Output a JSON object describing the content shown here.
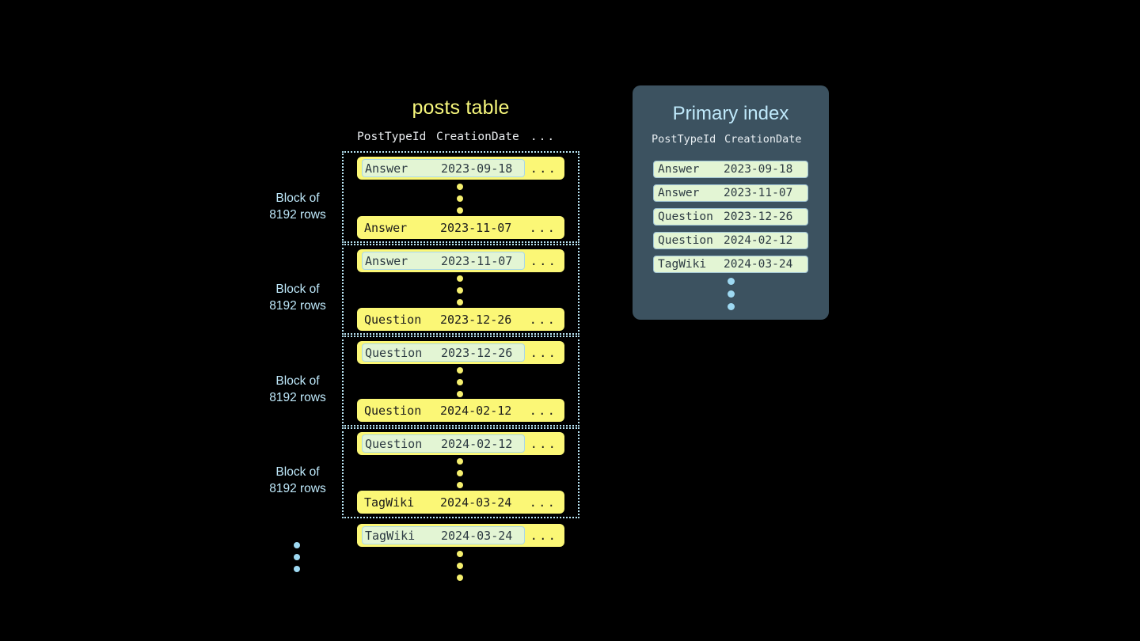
{
  "colors": {
    "background": "#000000",
    "row_yellow": "#fbf776",
    "highlight_green": "#e3f5d4",
    "highlight_border": "#a9d7e8",
    "accent_blue": "#bfe9fb",
    "title_yellow": "#f7f77c",
    "panel_slate": "#3c5260",
    "dot_yellow": "#f5ef6e",
    "dot_blue": "#9ed9f2"
  },
  "posts_table": {
    "title": "posts table",
    "columns": [
      "PostTypeId",
      "CreationDate",
      "..."
    ],
    "ellipsis_cell": "...",
    "blocks": [
      {
        "label_line1": "Block of",
        "label_line2": "8192 rows",
        "first_row": {
          "post_type": "Answer",
          "creation_date": "2023-09-18",
          "more": "...",
          "highlighted": true
        },
        "last_row": {
          "post_type": "Answer",
          "creation_date": "2023-11-07",
          "more": "...",
          "highlighted": false
        }
      },
      {
        "label_line1": "Block of",
        "label_line2": "8192 rows",
        "first_row": {
          "post_type": "Answer",
          "creation_date": "2023-11-07",
          "more": "...",
          "highlighted": true
        },
        "last_row": {
          "post_type": "Question",
          "creation_date": "2023-12-26",
          "more": "...",
          "highlighted": false
        }
      },
      {
        "label_line1": "Block of",
        "label_line2": "8192 rows",
        "first_row": {
          "post_type": "Question",
          "creation_date": "2023-12-26",
          "more": "...",
          "highlighted": true
        },
        "last_row": {
          "post_type": "Question",
          "creation_date": "2024-02-12",
          "more": "...",
          "highlighted": false
        }
      },
      {
        "label_line1": "Block of",
        "label_line2": "8192 rows",
        "first_row": {
          "post_type": "Question",
          "creation_date": "2024-02-12",
          "more": "...",
          "highlighted": true
        },
        "last_row": {
          "post_type": "TagWiki",
          "creation_date": "2024-03-24",
          "more": "...",
          "highlighted": false
        }
      }
    ],
    "trailing_row": {
      "post_type": "TagWiki",
      "creation_date": "2024-03-24",
      "more": "...",
      "highlighted": true
    }
  },
  "primary_index": {
    "title": "Primary index",
    "columns": [
      "PostTypeId",
      "CreationDate"
    ],
    "rows": [
      {
        "post_type": "Answer",
        "creation_date": "2023-09-18"
      },
      {
        "post_type": "Answer",
        "creation_date": "2023-11-07"
      },
      {
        "post_type": "Question",
        "creation_date": "2023-12-26"
      },
      {
        "post_type": "Question",
        "creation_date": "2024-02-12"
      },
      {
        "post_type": "TagWiki",
        "creation_date": "2024-03-24"
      }
    ]
  }
}
